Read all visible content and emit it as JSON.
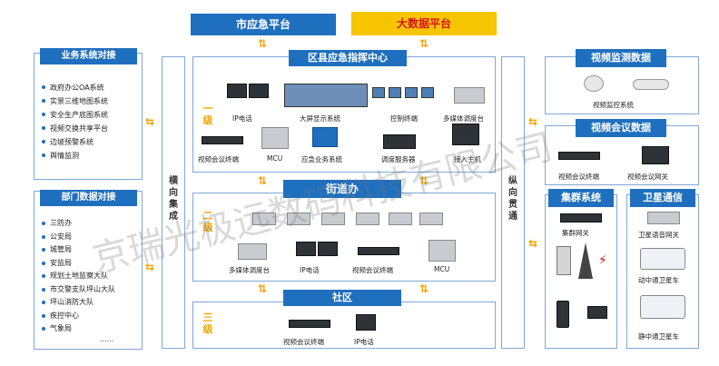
{
  "top": {
    "city_platform": "市应急平台",
    "bigdata_platform": "大数据平台",
    "district_center": "区县应急指挥中心"
  },
  "business": {
    "title": "业务系统对接",
    "items": [
      "政府办公OA系统",
      "实景三维地图系统",
      "安全生产底图系统",
      "视频交换共享平台",
      "边坡预警系统",
      "舆情监测"
    ]
  },
  "department": {
    "title": "部门数据对接",
    "items": [
      "三防办",
      "公安局",
      "城管局",
      "安监局",
      "规划土地监察大队",
      "市交警支队坪山大队",
      "坪山消防大队",
      "疾控中心",
      "气象局",
      "……"
    ]
  },
  "horizontal_label": [
    "横",
    "向",
    "集",
    "成"
  ],
  "vertical_label": [
    "纵",
    "向",
    "贯",
    "通"
  ],
  "levels": {
    "l1": [
      "一",
      "级"
    ],
    "l2": [
      "二",
      "级"
    ],
    "l3": [
      "三",
      "级"
    ]
  },
  "district_devices": {
    "ip_phone": "IP电话",
    "big_screen": "大屏显示系统",
    "control_terminal": "控制终端",
    "multimedia_console": "多媒体调度台",
    "video_terminal": "视频会议终端",
    "mcu": "MCU",
    "emergency_system": "应急业务系统",
    "dispatch_server": "调度服务器",
    "access_host": "接入主机"
  },
  "street": {
    "title": "街道办",
    "multimedia_console": "多媒体调度台",
    "ip_phone": "IP电话",
    "video_terminal": "视频会议终端",
    "mcu": "MCU"
  },
  "community": {
    "title": "社区",
    "video_terminal": "视频会议终端",
    "ip_phone": "IP电话"
  },
  "video_monitor": {
    "title": "视频监测数据",
    "system": "视频监控系统"
  },
  "video_conf": {
    "title": "视频会议数据",
    "terminal": "视频会议终端",
    "gateway": "视频会议网关"
  },
  "trunk": {
    "title": "集群系统",
    "gateway": "集群网关"
  },
  "satellite": {
    "title": "卫星通信",
    "voice_gateway": "卫星语音网关",
    "moving": "动中通卫星车",
    "static": "静中通卫星车"
  },
  "watermark": "京瑞光极远数码科技有限公司",
  "colors": {
    "header_blue": "#1f6fbf",
    "accent_yellow": "#f7c400",
    "border": "#7fa7d6"
  }
}
